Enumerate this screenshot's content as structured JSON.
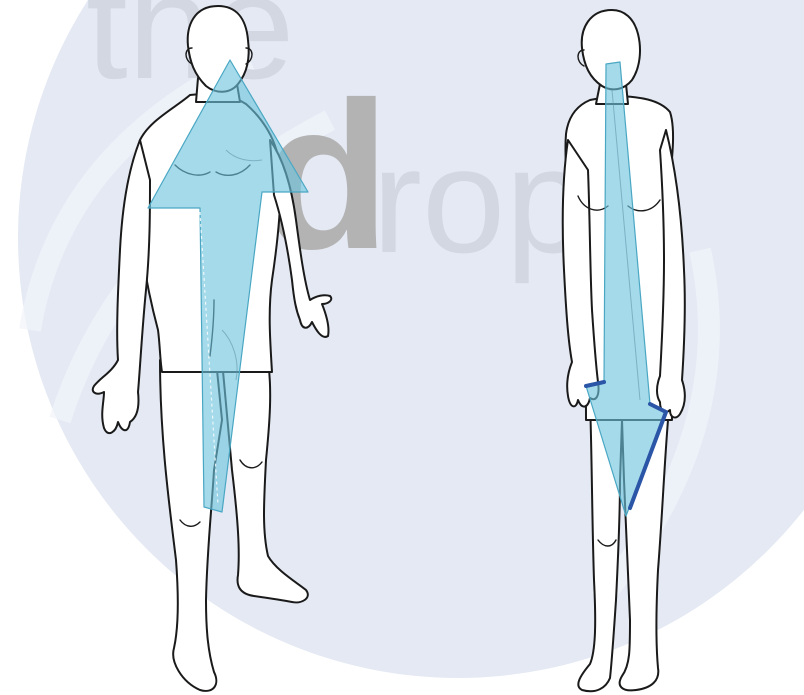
{
  "watermark": {
    "word_top": "the",
    "word_bottom_initial": "d",
    "word_bottom_rest": "rop",
    "circle_color": "#e4e9f3",
    "text_light_color": "#d2d7e2",
    "text_dark_color": "#b3b3b3"
  },
  "figures": [
    {
      "name": "left-figure",
      "pose": "arms-out",
      "arrow": {
        "direction": "up",
        "color": "#6cc4dd"
      }
    },
    {
      "name": "right-figure",
      "pose": "head-bowed",
      "arrow": {
        "direction": "down",
        "color": "#6cc4dd",
        "edge_color": "#2b55a6"
      }
    }
  ]
}
